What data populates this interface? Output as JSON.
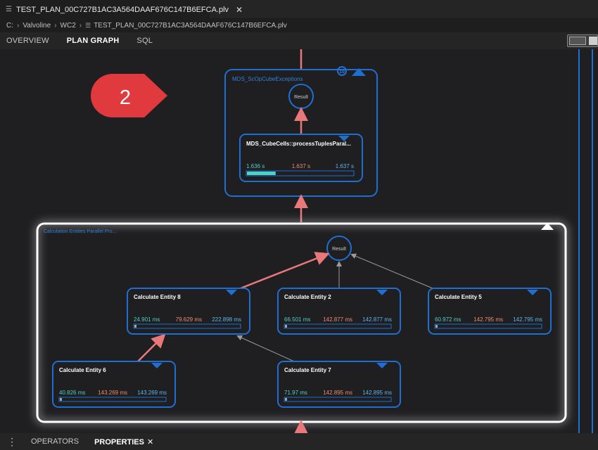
{
  "editor_tab": {
    "title": "TEST_PLAN_00C727B1AC3A564DAAF676C147B6EFCA.plv",
    "close": "✕"
  },
  "breadcrumb": {
    "drive": "C:",
    "folder1": "Valvoline",
    "folder2": "WC2",
    "file": "TEST_PLAN_00C727B1AC3A564DAAF676C147B6EFCA.plv"
  },
  "nav_tabs": [
    "OVERVIEW",
    "PLAN GRAPH",
    "SQL"
  ],
  "active_nav_tab": "PLAN GRAPH",
  "callout": {
    "number": "2",
    "color": "#e03a3e"
  },
  "top_group": {
    "title": "MDS_ScOpCubeExceptions",
    "badge": "10",
    "result_label": "Result",
    "operator": {
      "name": "MDS_CubeCells::processTuplesParal...",
      "t1": "1.636 s",
      "t2": "1.637 s",
      "t3": "1.637 s",
      "progress": 0.27
    }
  },
  "bottom_group": {
    "title": "Calculation Entities Parallel Pro...",
    "result_label": "Result",
    "entities": [
      {
        "name": "Calculate Entity 8",
        "t1": "24.901 ms",
        "t2": "79.629 ms",
        "t3": "222.898 ms",
        "progress": 0.02
      },
      {
        "name": "Calculate Entity 2",
        "t1": "66.501 ms",
        "t2": "142.877 ms",
        "t3": "142.877 ms",
        "progress": 0.02
      },
      {
        "name": "Calculate Entity 5",
        "t1": "60.972 ms",
        "t2": "142.795 ms",
        "t3": "142.795 ms",
        "progress": 0.02
      },
      {
        "name": "Calculate Entity 6",
        "t1": "40.826 ms",
        "t2": "143.269 ms",
        "t3": "143.269 ms",
        "progress": 0.02
      },
      {
        "name": "Calculate Entity 7",
        "t1": "71.97 ms",
        "t2": "142.895 ms",
        "t3": "142.895 ms",
        "progress": 0.02
      }
    ]
  },
  "bottom_tabs": {
    "operators": "OPERATORS",
    "properties": "PROPERTIES",
    "close": "✕"
  },
  "colors": {
    "accent_blue": "#1e6fd0",
    "edge_red": "#e8787a",
    "edge_gray": "#9a9a9a",
    "time_teal": "#4fd1c5",
    "time_orange": "#f08c6a",
    "time_blue": "#5bb6ea"
  }
}
